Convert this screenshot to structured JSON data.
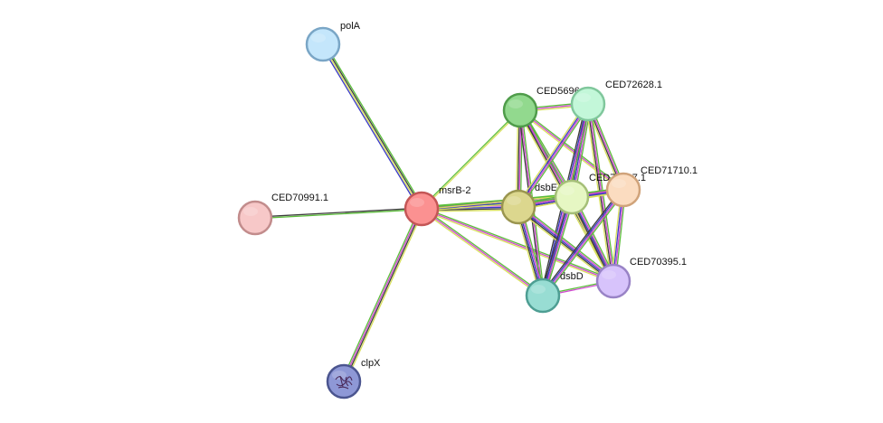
{
  "nodes": [
    {
      "id": "polA",
      "label": "polA",
      "fill": "#c4e6fb",
      "stroke": "#7aa6c6"
    },
    {
      "id": "CED70991.1",
      "label": "CED70991.1",
      "fill": "#f7c8c8",
      "stroke": "#c28c8c"
    },
    {
      "id": "msrB-2",
      "label": "msrB-2",
      "fill": "#fb9191",
      "stroke": "#c45656"
    },
    {
      "id": "clpX",
      "label": "clpX",
      "fill": "#8e98d6",
      "stroke": "#4b558f",
      "structure_icon": true
    },
    {
      "id": "CED56965.1",
      "label": "CED5696",
      "fill": "#92d98e",
      "stroke": "#4f9c4a"
    },
    {
      "id": "CED72628.1",
      "label": "CED72628.1",
      "fill": "#c3f7d9",
      "stroke": "#80c79c"
    },
    {
      "id": "dsbE",
      "label": "dsbE",
      "fill": "#dcd78e",
      "stroke": "#9a954f"
    },
    {
      "id": "CED72627.1",
      "label": "CED72627.1",
      "fill": "#e6f7c3",
      "stroke": "#a5bf78"
    },
    {
      "id": "CED71710.1",
      "label": "CED71710.1",
      "fill": "#fbdcc0",
      "stroke": "#d0a37a"
    },
    {
      "id": "dsbD",
      "label": "dsbD",
      "fill": "#98ddd3",
      "stroke": "#4e9e93"
    },
    {
      "id": "CED70395.1",
      "label": "CED70395.1",
      "fill": "#d7c3fb",
      "stroke": "#9983c6"
    }
  ],
  "edges": [
    {
      "source": "polA",
      "target": "msrB-2",
      "evidence": [
        "#5cbd3b",
        "#3c3c3c",
        "#d8e05d",
        "#3a3ac6"
      ]
    },
    {
      "source": "CED70991.1",
      "target": "msrB-2",
      "evidence": [
        "#3c3c3c",
        "#5cbd3b"
      ]
    },
    {
      "source": "clpX",
      "target": "msrB-2",
      "evidence": [
        "#5cbd3b",
        "#d04ad0",
        "#3c3c3c",
        "#d8e05d"
      ]
    },
    {
      "source": "msrB-2",
      "target": "dsbE",
      "evidence": [
        "#5cbd3b",
        "#d04ad0",
        "#3a3ac6",
        "#3c3c3c",
        "#d8e05d"
      ]
    },
    {
      "source": "msrB-2",
      "target": "CED56965.1",
      "evidence": [
        "#5cbd3b",
        "#d8e05d"
      ]
    },
    {
      "source": "msrB-2",
      "target": "CED72627.1",
      "evidence": [
        "#5cbd3b",
        "#d04ad0",
        "#3a3ac6",
        "#d8e05d"
      ]
    },
    {
      "source": "msrB-2",
      "target": "dsbD",
      "evidence": [
        "#5cbd3b",
        "#d04ad0",
        "#d8e05d"
      ]
    },
    {
      "source": "msrB-2",
      "target": "CED70395.1",
      "evidence": [
        "#5cbd3b",
        "#d04ad0",
        "#d8e05d"
      ]
    },
    {
      "source": "msrB-2",
      "target": "CED71710.1",
      "evidence": [
        "#5cbd3b",
        "#d8e05d"
      ]
    },
    {
      "source": "CED56965.1",
      "target": "dsbE",
      "evidence": [
        "#5cbd3b",
        "#d04ad0",
        "#3c3c3c",
        "#d8e05d"
      ]
    },
    {
      "source": "CED56965.1",
      "target": "CED72628.1",
      "evidence": [
        "#5cbd3b",
        "#d04ad0",
        "#d8e05d"
      ]
    },
    {
      "source": "CED56965.1",
      "target": "CED72627.1",
      "evidence": [
        "#5cbd3b",
        "#d04ad0",
        "#3a3ac6",
        "#d8e05d"
      ]
    },
    {
      "source": "CED56965.1",
      "target": "CED71710.1",
      "evidence": [
        "#5cbd3b",
        "#d04ad0",
        "#d8e05d"
      ]
    },
    {
      "source": "CED56965.1",
      "target": "dsbD",
      "evidence": [
        "#5cbd3b",
        "#d04ad0",
        "#3c3c3c"
      ]
    },
    {
      "source": "CED56965.1",
      "target": "CED70395.1",
      "evidence": [
        "#5cbd3b",
        "#d04ad0",
        "#3c3c3c",
        "#d8e05d"
      ]
    },
    {
      "source": "CED72628.1",
      "target": "dsbE",
      "evidence": [
        "#5cbd3b",
        "#d04ad0",
        "#3a3ac6",
        "#d8e05d"
      ]
    },
    {
      "source": "CED72628.1",
      "target": "CED72627.1",
      "evidence": [
        "#5cbd3b",
        "#d04ad0",
        "#3a3ac6",
        "#3c3c3c",
        "#d8e05d"
      ]
    },
    {
      "source": "CED72628.1",
      "target": "CED71710.1",
      "evidence": [
        "#5cbd3b",
        "#d04ad0",
        "#3c3c3c",
        "#d8e05d"
      ]
    },
    {
      "source": "CED72628.1",
      "target": "dsbD",
      "evidence": [
        "#5cbd3b",
        "#d04ad0",
        "#3a3ac6",
        "#3c3c3c"
      ]
    },
    {
      "source": "CED72628.1",
      "target": "CED70395.1",
      "evidence": [
        "#5cbd3b",
        "#d04ad0",
        "#3c3c3c",
        "#d8e05d"
      ]
    },
    {
      "source": "dsbE",
      "target": "CED72627.1",
      "evidence": [
        "#5cbd3b",
        "#d04ad0",
        "#3a3ac6",
        "#3c3c3c",
        "#d8e05d"
      ]
    },
    {
      "source": "dsbE",
      "target": "CED71710.1",
      "evidence": [
        "#5cbd3b",
        "#d04ad0",
        "#3a3ac6",
        "#d8e05d"
      ]
    },
    {
      "source": "dsbE",
      "target": "dsbD",
      "evidence": [
        "#5cbd3b",
        "#d04ad0",
        "#3a3ac6",
        "#3c3c3c",
        "#d8e05d"
      ]
    },
    {
      "source": "dsbE",
      "target": "CED70395.1",
      "evidence": [
        "#5cbd3b",
        "#d04ad0",
        "#3a3ac6",
        "#3c3c3c",
        "#d8e05d"
      ]
    },
    {
      "source": "CED72627.1",
      "target": "CED71710.1",
      "evidence": [
        "#5cbd3b",
        "#d04ad0",
        "#3a3ac6",
        "#d8e05d"
      ]
    },
    {
      "source": "CED72627.1",
      "target": "dsbD",
      "evidence": [
        "#5cbd3b",
        "#d04ad0",
        "#3a3ac6",
        "#3c3c3c"
      ]
    },
    {
      "source": "CED72627.1",
      "target": "CED70395.1",
      "evidence": [
        "#5cbd3b",
        "#d04ad0",
        "#3a3ac6",
        "#3c3c3c",
        "#d8e05d"
      ]
    },
    {
      "source": "CED71710.1",
      "target": "dsbD",
      "evidence": [
        "#5cbd3b",
        "#d04ad0",
        "#3a3ac6",
        "#3c3c3c"
      ]
    },
    {
      "source": "CED71710.1",
      "target": "CED70395.1",
      "evidence": [
        "#5cbd3b",
        "#d04ad0",
        "#3a3ac6",
        "#d8e05d"
      ]
    },
    {
      "source": "dsbD",
      "target": "CED70395.1",
      "evidence": [
        "#5cbd3b",
        "#d04ad0"
      ]
    }
  ]
}
